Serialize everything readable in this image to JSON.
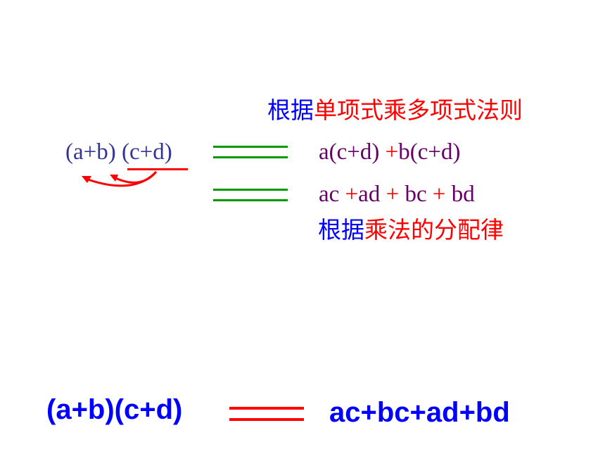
{
  "slide": {
    "rule1": {
      "prefix": "根据",
      "rest": "单项式乘多项式法则"
    },
    "left_expr": {
      "part1": "(a+b)",
      "part2": "(c+d)"
    },
    "step1": {
      "a": "a",
      "g1": "(c+d)",
      "plus": "+",
      "b": "b",
      "g2": "(c+d)"
    },
    "step2": {
      "t1": "ac",
      "p1": "+",
      "t2": "ad",
      "p2": "+",
      "t3": "bc",
      "p3": "+",
      "t4": "bd"
    },
    "rule2": {
      "prefix": "根据",
      "rest": "乘法的分配律"
    },
    "result": {
      "left": "(a+b)(c+d)",
      "right": "ac+bc+ad+bd"
    }
  },
  "colors": {
    "blue": "#0000ff",
    "red": "#ff0000",
    "green": "#009900",
    "purple": "#660066",
    "navy": "#333399"
  }
}
